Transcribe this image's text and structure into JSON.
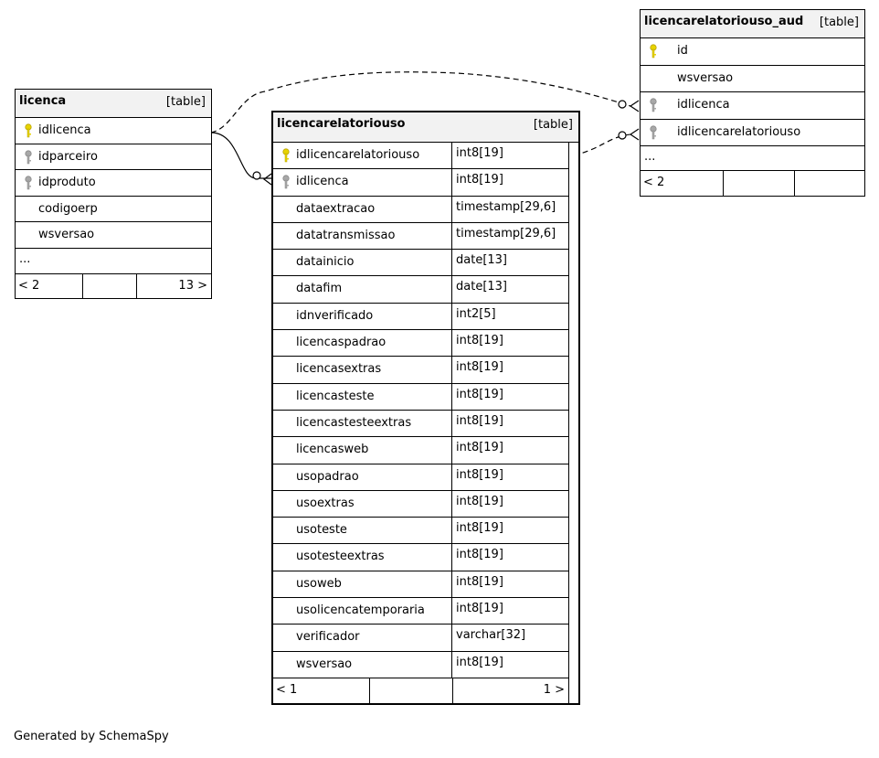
{
  "tables": {
    "licenca": {
      "name": "licenca",
      "tag": "[table]",
      "columns": [
        {
          "name": "idlicenca",
          "key": "pk"
        },
        {
          "name": "idparceiro",
          "key": "fk"
        },
        {
          "name": "idproduto",
          "key": "fk"
        },
        {
          "name": "codigoerp",
          "key": ""
        },
        {
          "name": "wsversao",
          "key": ""
        }
      ],
      "more": "...",
      "footer": {
        "left": "< 2",
        "right": "13 >"
      }
    },
    "aud": {
      "name": "licencarelatoriouso_aud",
      "tag": "[table]",
      "columns": [
        {
          "name": "id",
          "key": "pk"
        },
        {
          "name": "wsversao",
          "key": ""
        },
        {
          "name": "idlicenca",
          "key": "fk"
        },
        {
          "name": "idlicencarelatoriouso",
          "key": "fk"
        }
      ],
      "more": "...",
      "footer": {
        "left": "< 2",
        "right": ""
      }
    },
    "main": {
      "name": "licencarelatoriouso",
      "tag": "[table]",
      "columns": [
        {
          "name": "idlicencarelatoriouso",
          "type": "int8[19]",
          "key": "pk"
        },
        {
          "name": "idlicenca",
          "type": "int8[19]",
          "key": "fk"
        },
        {
          "name": "dataextracao",
          "type": "timestamp[29,6]",
          "key": ""
        },
        {
          "name": "datatransmissao",
          "type": "timestamp[29,6]",
          "key": ""
        },
        {
          "name": "datainicio",
          "type": "date[13]",
          "key": ""
        },
        {
          "name": "datafim",
          "type": "date[13]",
          "key": ""
        },
        {
          "name": "idnverificado",
          "type": "int2[5]",
          "key": ""
        },
        {
          "name": "licencaspadrao",
          "type": "int8[19]",
          "key": ""
        },
        {
          "name": "licencasextras",
          "type": "int8[19]",
          "key": ""
        },
        {
          "name": "licencasteste",
          "type": "int8[19]",
          "key": ""
        },
        {
          "name": "licencastesteextras",
          "type": "int8[19]",
          "key": ""
        },
        {
          "name": "licencasweb",
          "type": "int8[19]",
          "key": ""
        },
        {
          "name": "usopadrao",
          "type": "int8[19]",
          "key": ""
        },
        {
          "name": "usoextras",
          "type": "int8[19]",
          "key": ""
        },
        {
          "name": "usoteste",
          "type": "int8[19]",
          "key": ""
        },
        {
          "name": "usotesteextras",
          "type": "int8[19]",
          "key": ""
        },
        {
          "name": "usoweb",
          "type": "int8[19]",
          "key": ""
        },
        {
          "name": "usolicencatemporaria",
          "type": "int8[19]",
          "key": ""
        },
        {
          "name": "verificador",
          "type": "varchar[32]",
          "key": ""
        },
        {
          "name": "wsversao",
          "type": "int8[19]",
          "key": ""
        }
      ],
      "footer": {
        "left": "< 1",
        "right": "1 >"
      }
    }
  },
  "generated_by": "Generated by SchemaSpy",
  "colors": {
    "pk_key": "#e8d400",
    "fk_key": "#a8a8a8",
    "header_bg": "#f2f2f2"
  }
}
